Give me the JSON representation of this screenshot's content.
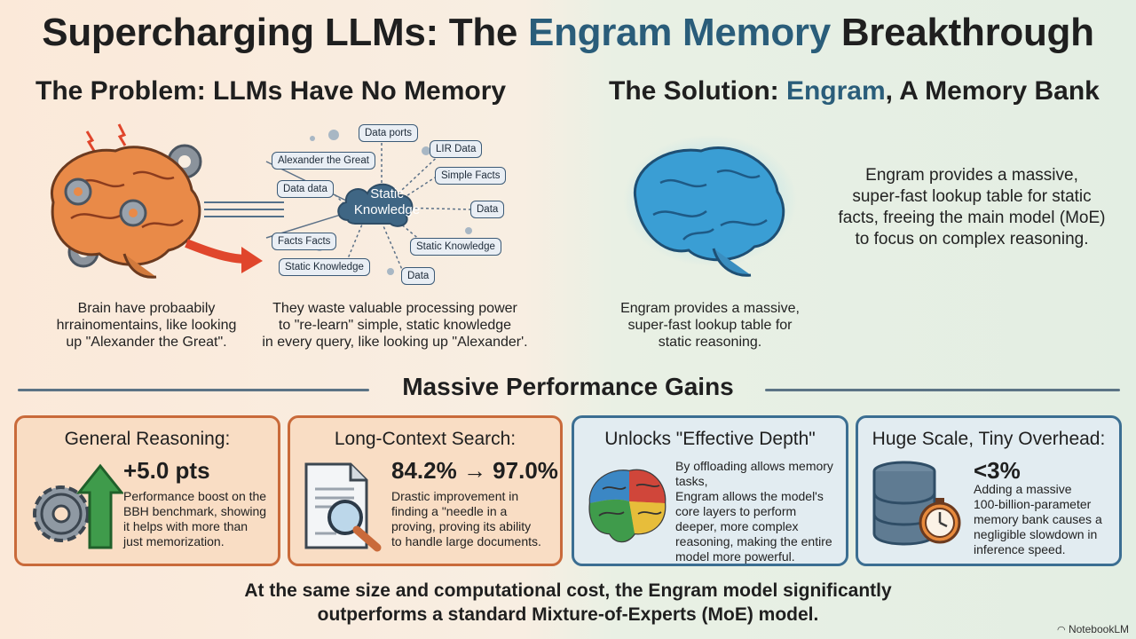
{
  "title": {
    "part1": "Supercharging LLMs: The ",
    "accent": "Engram Memory",
    "part2": " Breakthrough"
  },
  "problem": {
    "heading": "The Problem: LLMs Have No Memory",
    "caption_left": [
      "Brain have probaabily",
      "hrrainomentains, like looking",
      "up \"Alexander the Great\"."
    ],
    "caption_right": [
      "They waste valuable processing power",
      "to \"re-learn\" simple, static knowledge",
      "in every query, like looking up \"Alexander'."
    ],
    "cloud_label": [
      "Static",
      "Knowledge"
    ],
    "pills": [
      "Data ports",
      "LIR Data",
      "Alexander the Great",
      "Simple Facts",
      "Data data",
      "Data",
      "Facts Facts",
      "Static Knowledge",
      "Static Knowledge",
      "Data"
    ]
  },
  "solution": {
    "heading_part1": "The Solution: ",
    "heading_accent": "Engram",
    "heading_part2": ", A Memory Bank",
    "text": [
      "Engram provides a massive,",
      "super-fast lookup table for static",
      "facts, freeing the main model (MoE)",
      "to focus on complex reasoning."
    ],
    "caption": [
      "Engram provides a massive,",
      "super-fast lookup table for",
      "static reasoning."
    ]
  },
  "gains": {
    "heading": "Massive Performance Gains",
    "cards": [
      {
        "title": "General Reasoning:",
        "big": "+5.0 pts",
        "desc": [
          "Performance boost on the",
          "BBH benchmark, showing",
          "it helps with more than",
          "just memorization."
        ]
      },
      {
        "title": "Long-Context Search:",
        "big": "84.2% → 97.0%",
        "desc": [
          "Drastic improvement in",
          "finding a \"needle in a",
          "proving, proving its ability",
          "to handle large documents."
        ]
      },
      {
        "title": "Unlocks \"Effective Depth\"",
        "desc": [
          "By offloading allows memory tasks,",
          "Engram allows the model's",
          "core layers to perform",
          "deeper, more complex",
          "reasoning, making the entire",
          "model more powerful."
        ]
      },
      {
        "title": "Huge Scale, Tiny Overhead:",
        "big": "<3%",
        "desc": [
          "Adding a massive",
          "100-billion-parameter",
          "memory bank causes a",
          "negligible slowdown in",
          "inference speed."
        ]
      }
    ]
  },
  "footer": [
    "At the same size and computational cost, the Engram model significantly",
    "outperforms a standard Mixture-of-Experts (MoE) model."
  ],
  "brand": "NotebookLM",
  "colors": {
    "accent": "#2a5d7a",
    "orange_border": "#c96a3a",
    "blue_border": "#3b6e92"
  }
}
